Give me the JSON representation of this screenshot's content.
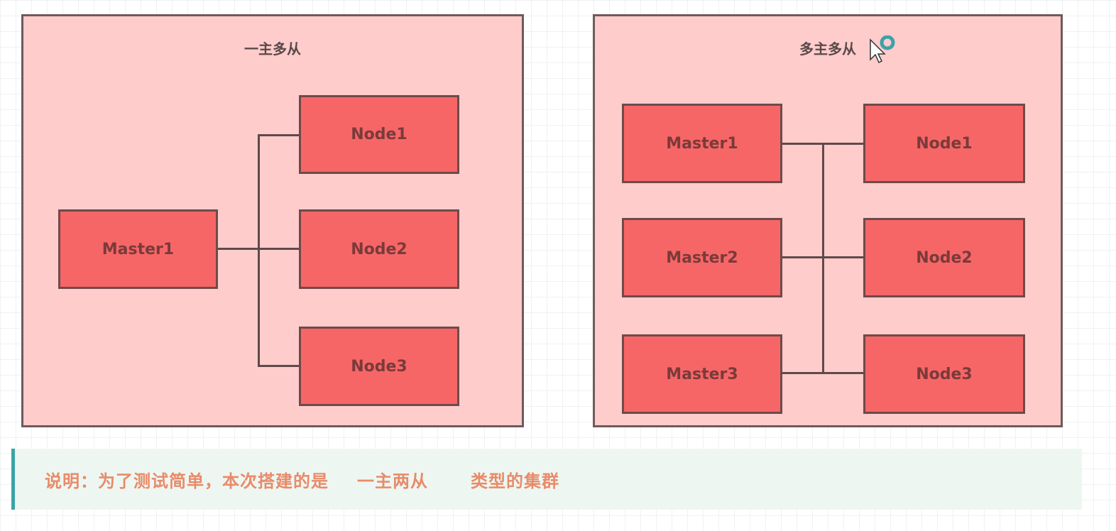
{
  "left_panel": {
    "title": "一主多从",
    "master": "Master1",
    "nodes": [
      "Node1",
      "Node2",
      "Node3"
    ]
  },
  "right_panel": {
    "title": "多主多从",
    "masters": [
      "Master1",
      "Master2",
      "Master3"
    ],
    "nodes": [
      "Node1",
      "Node2",
      "Node3"
    ]
  },
  "note": {
    "prefix": "说明：为了测试简单，本次搭建的是",
    "highlight": "一主两从",
    "suffix": "类型的集群"
  },
  "colors": {
    "panel_fill": "#ffcccc",
    "node_fill": "#f76666",
    "border": "#6e5a5a",
    "note_text": "#e88b6a",
    "note_accent": "#3aa3a8"
  },
  "icons": [
    "cursor-icon",
    "loading-ring-icon"
  ]
}
